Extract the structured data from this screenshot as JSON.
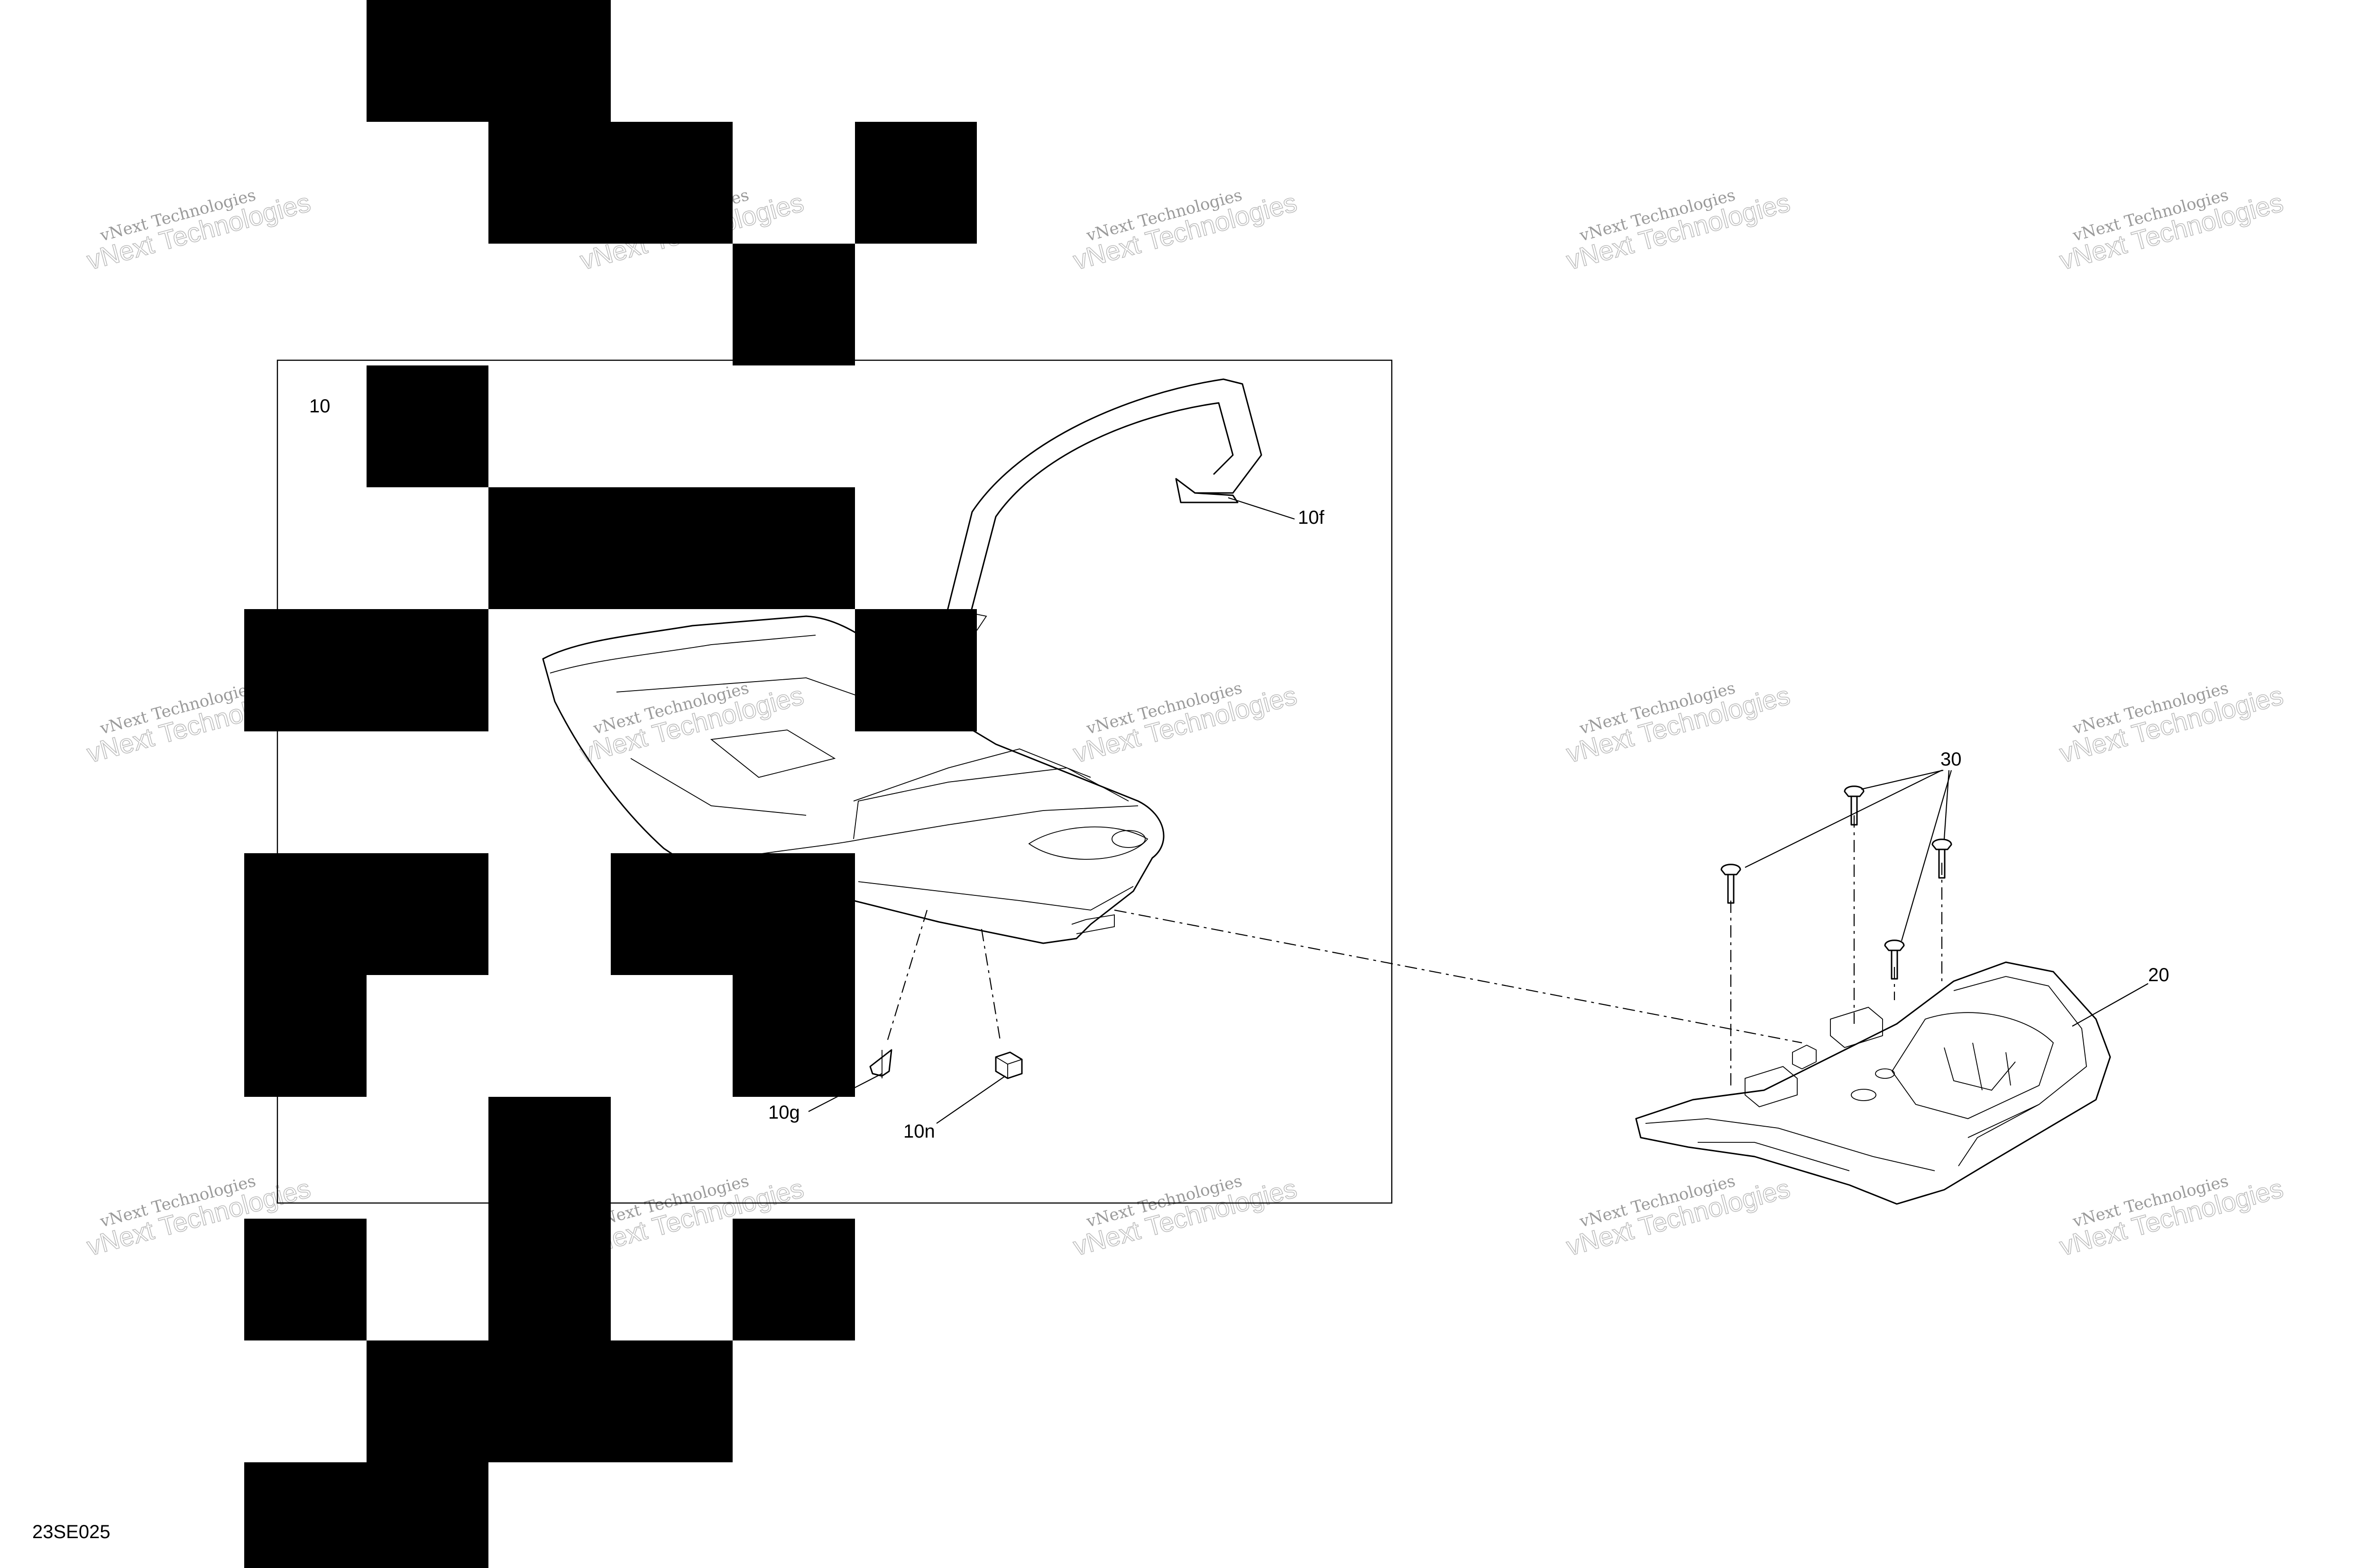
{
  "drawing": {
    "code": "23SE025",
    "callouts": {
      "kit": "10",
      "strap": "10f",
      "clip": "10g",
      "nut": "10n",
      "base": "20",
      "screws": "30"
    }
  },
  "watermark": {
    "line1": "vNext Technologies",
    "line2": "vNext Technologies"
  },
  "colors": {
    "ink": "#000000",
    "watermark": "#9a9a9a",
    "background": "#ffffff"
  }
}
